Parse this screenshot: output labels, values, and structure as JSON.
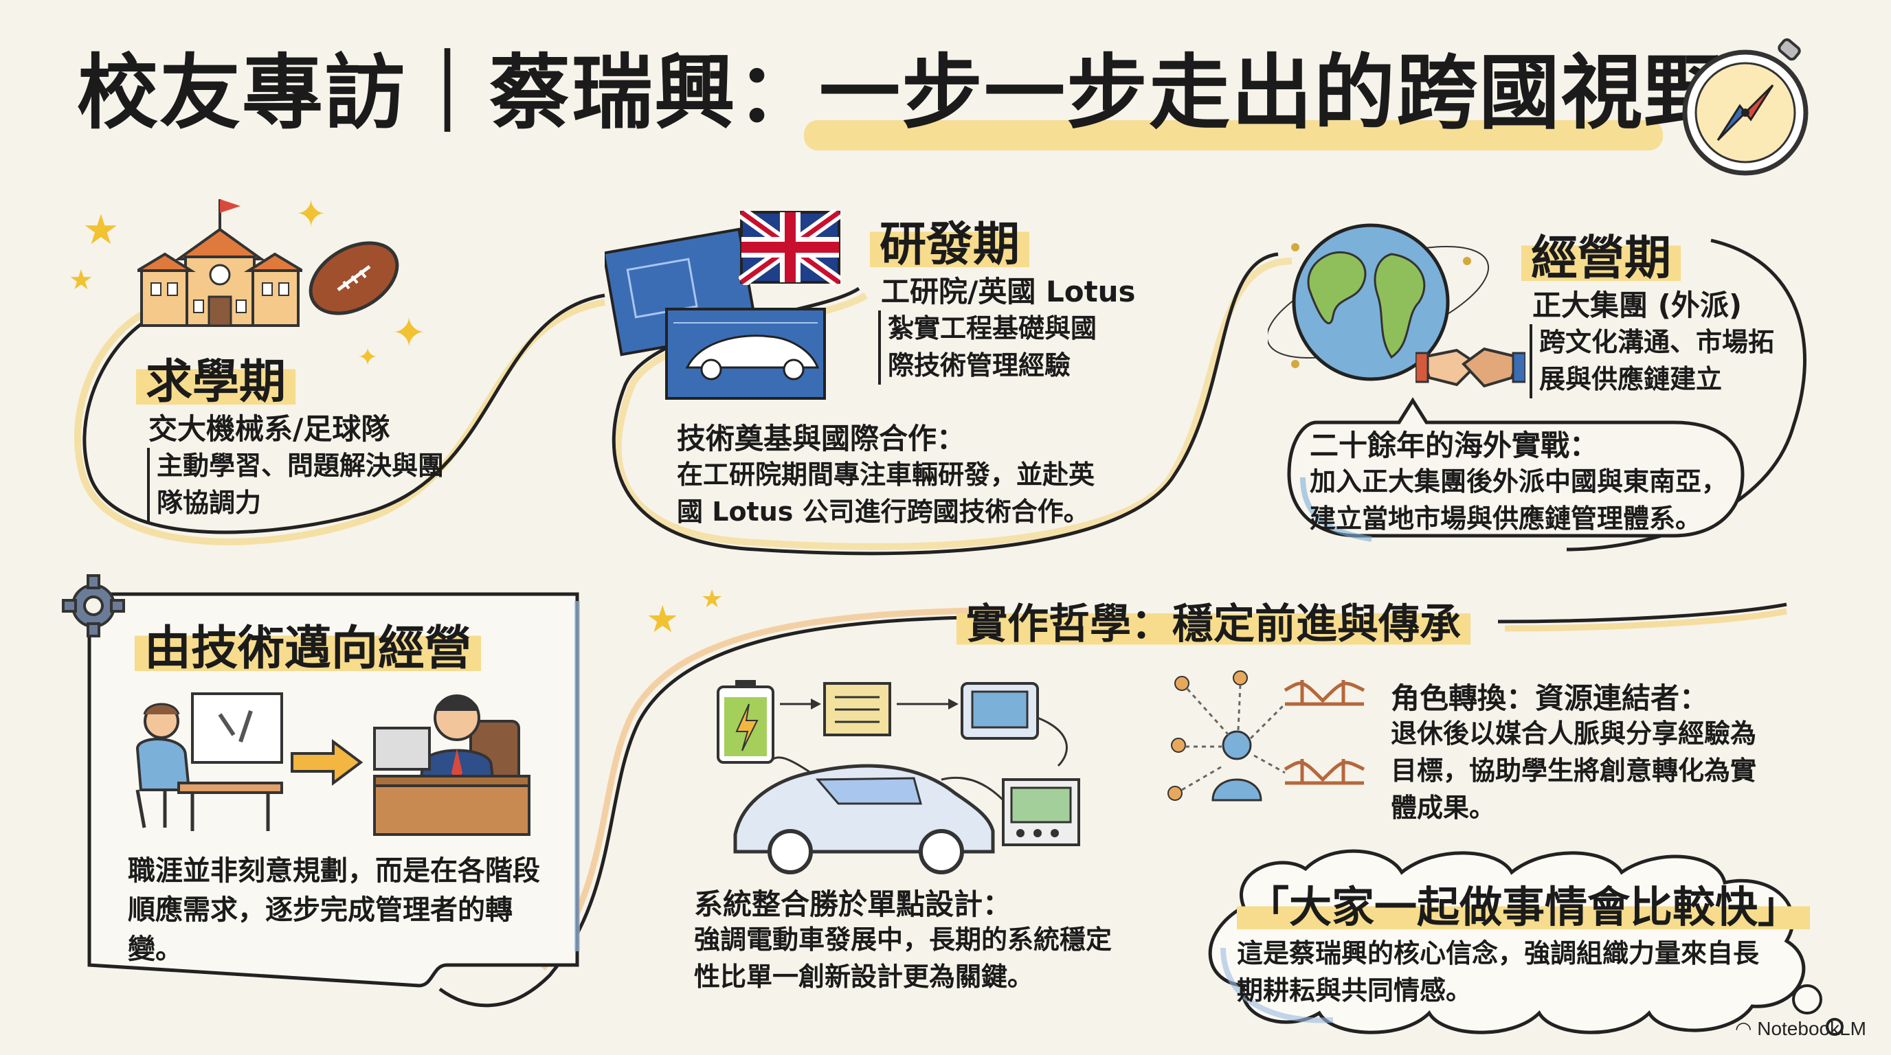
{
  "title": "校友專訪｜蔡瑞興：一步一步走出的跨國視野",
  "brand": "NotebookLM",
  "study": {
    "heading": "求學期",
    "subtitle": "交大機械系/足球隊",
    "desc": "主動學習、問題解決與團隊協調力"
  },
  "rnd": {
    "heading": "研發期",
    "subtitle": "工研院/英國 Lotus",
    "desc": "紮實工程基礎與國際技術管理經驗",
    "note_title": "技術奠基與國際合作：",
    "note_text": "在工研院期間專注車輛研發，並赴英國 Lotus 公司進行跨國技術合作。"
  },
  "ops": {
    "heading": "經營期",
    "subtitle": "正大集團 (外派)",
    "desc": "跨文化溝通、市場拓展與供應鏈建立",
    "note_title": "二十餘年的海外實戰：",
    "note_text": "加入正大集團後外派中國與東南亞，建立當地市場與供應鏈管理體系。"
  },
  "transition": {
    "heading": "由技術邁向經營",
    "text": "職涯並非刻意規劃，而是在各階段順應需求，逐步完成管理者的轉變。"
  },
  "philosophy": {
    "heading": "實作哲學：穩定前進與傳承",
    "system_title": "系統整合勝於單點設計：",
    "system_text": "強調電動車發展中，長期的系統穩定性比單一創新設計更為關鍵。",
    "role_title": "角色轉換：資源連結者：",
    "role_text": "退休後以媒合人脈與分享經驗為目標，協助學生將創意轉化為實體成果。",
    "quote": "「大家一起做事情會比較快」",
    "quote_text": "這是蔡瑞興的核心信念，強調組織力量來自長期耕耘與共同情感。"
  },
  "icons": [
    "compass-icon",
    "school-icon",
    "football-icon",
    "star-icon",
    "blueprint-icon",
    "uk-flag-icon",
    "car-icon",
    "globe-icon",
    "handshake-icon",
    "gear-icon",
    "engineer-icon",
    "manager-icon",
    "arrow-icon",
    "battery-icon",
    "controller-icon",
    "display-icon",
    "monitor-icon",
    "people-network-icon",
    "bridge-icon",
    "speech-cloud-icon"
  ],
  "colors": {
    "highlight": "#f6dc8c",
    "accent_blue": "#3b6db5",
    "accent_orange": "#e8a85c",
    "background": "#f6f3ea"
  }
}
